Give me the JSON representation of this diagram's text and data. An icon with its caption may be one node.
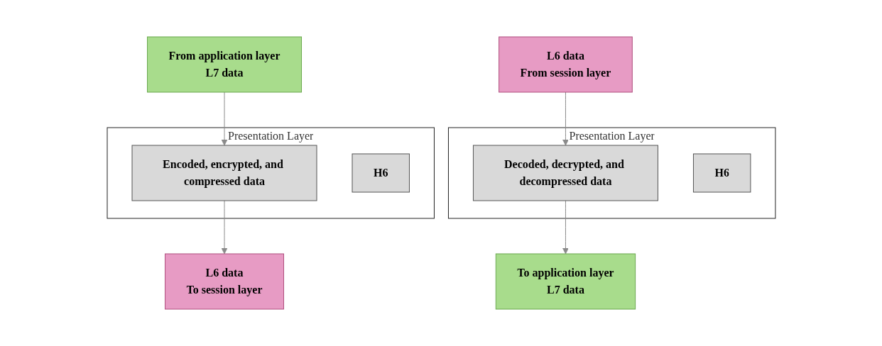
{
  "diagram": {
    "nodes": [
      {
        "text": [
          "Presentation Layer"
        ]
      },
      {
        "text": [
          "From application layer",
          "L7 data"
        ]
      },
      {
        "text": [
          "Encoded, encrypted, and compressed data"
        ],
        "in": 0
      },
      {
        "text": [
          "H6"
        ],
        "in": 0
      },
      {
        "text": [
          "L6 data",
          "To session layer"
        ]
      },
      {
        "text": [
          "Presentation Layer"
        ]
      },
      {
        "text": [
          "To application layer",
          "L7 data"
        ]
      },
      {
        "text": [
          "Decoded, decrypted, and decompressed data"
        ],
        "in": 5
      },
      {
        "text": [
          "H6"
        ],
        "in": 5
      },
      {
        "text": [
          "L6 data",
          "From session layer"
        ]
      }
    ],
    "edges": [
      {
        "from": 1,
        "to": 2,
        "arrow": "to"
      },
      {
        "from": 2,
        "to": 4,
        "arrow": "to"
      },
      {
        "from": 9,
        "to": 7,
        "arrow": "to"
      },
      {
        "from": 7,
        "to": 6,
        "arrow": "to"
      }
    ]
  }
}
